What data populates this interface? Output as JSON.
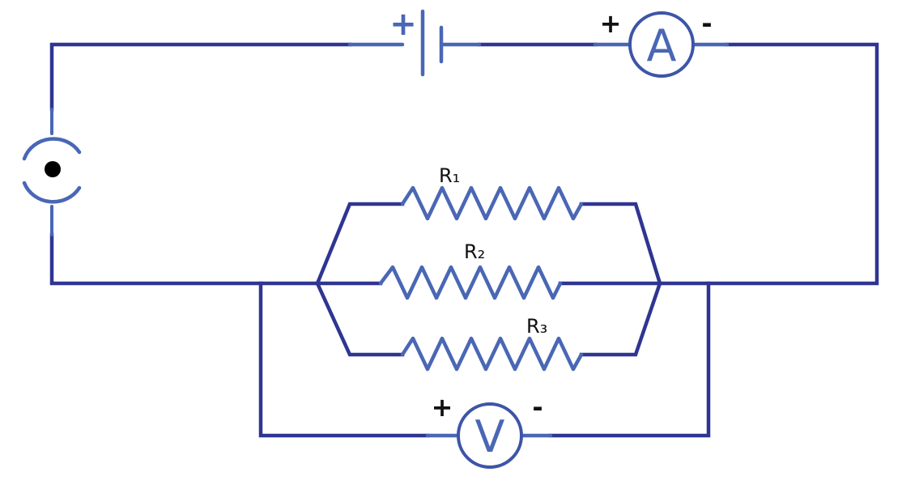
{
  "battery": {
    "plus_label": "+"
  },
  "ammeter": {
    "symbol": "A",
    "plus_label": "+",
    "minus_label": "-"
  },
  "voltmeter": {
    "symbol": "V",
    "plus_label": "+",
    "minus_label": "-"
  },
  "resistors": [
    {
      "label": "R₁"
    },
    {
      "label": "R₂"
    },
    {
      "label": "R₃"
    }
  ],
  "colors": {
    "wire": "#2f3592",
    "component": "#4a67b5",
    "label": "#111111"
  }
}
